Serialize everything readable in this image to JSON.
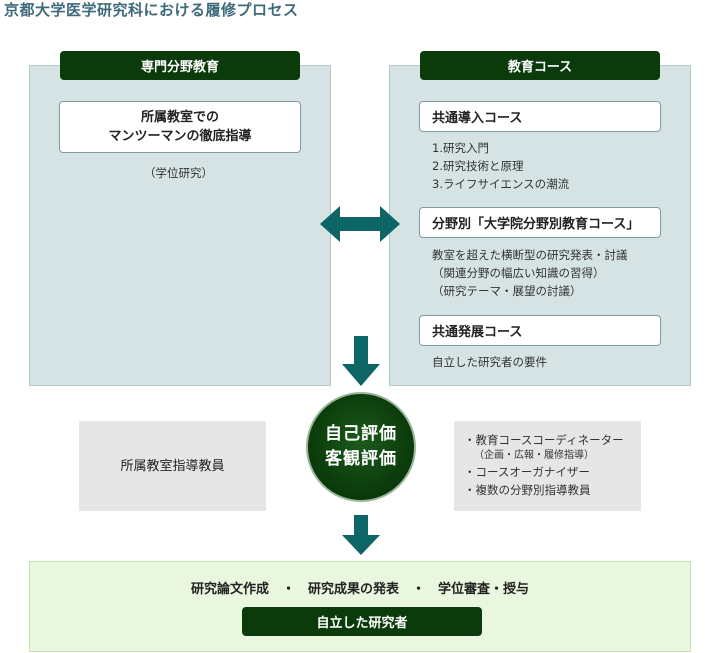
{
  "title": "京都大学医学研究科における履修プロセス",
  "left_panel": {
    "header": "専門分野教育",
    "box_line1": "所属教室での",
    "box_line2": "マンツーマンの徹底指導",
    "note": "（学位研究）"
  },
  "right_panel": {
    "header": "教育コース",
    "course1": {
      "title": "共通導入コース",
      "items": [
        "1.研究入門",
        "2.研究技術と原理",
        "3.ライフサイエンスの潮流"
      ]
    },
    "course2": {
      "title": "分野別「大学院分野別教育コース」",
      "items": [
        "教室を超えた横断型の研究発表・討議",
        "（関連分野の幅広い知識の習得）",
        "（研究テーマ・展望の討議）"
      ]
    },
    "course3": {
      "title": "共通発展コース",
      "items": [
        "自立した研究者の要件"
      ]
    }
  },
  "middle": {
    "left_box": "所属教室指導教員",
    "circle_line1": "自己評価",
    "circle_line2": "客観評価",
    "right_items": [
      "・教育コースコーディネーター",
      "（企画・広報・履修指導）",
      "・コースオーガナイザー",
      "・複数の分野別指導教員"
    ]
  },
  "bottom": {
    "text": "研究論文作成　・　研究成果の発表　・　学位審査・授与",
    "label": "自立した研究者"
  },
  "colors": {
    "dark_green": "#0b3a0b",
    "teal_arrow": "#0c6666",
    "panel_blue": "#d6e3e4",
    "title_blue": "#3d6a7a",
    "bottom_green": "#eaf7df"
  }
}
